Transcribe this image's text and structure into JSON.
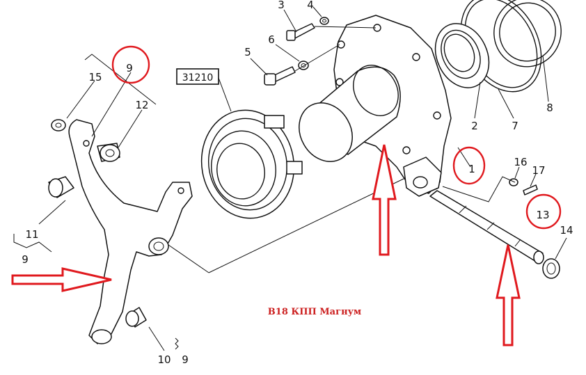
{
  "caption": "B18 КПП Магнум",
  "part_box_label": "31210",
  "callouts": {
    "n1": "1",
    "n2": "2",
    "n3": "3",
    "n4": "4",
    "n5": "5",
    "n6": "6",
    "n7": "7",
    "n8": "8",
    "n9_top": "9",
    "n9_left": "9",
    "n9_bottom": "9",
    "n10": "10",
    "n11": "11",
    "n12": "12",
    "n13": "13",
    "n14": "14",
    "n15": "15",
    "n16": "16",
    "n17": "17"
  },
  "colors": {
    "annotation_red": "#e0191e",
    "caption_red": "#cc2020",
    "line": "#111111"
  }
}
